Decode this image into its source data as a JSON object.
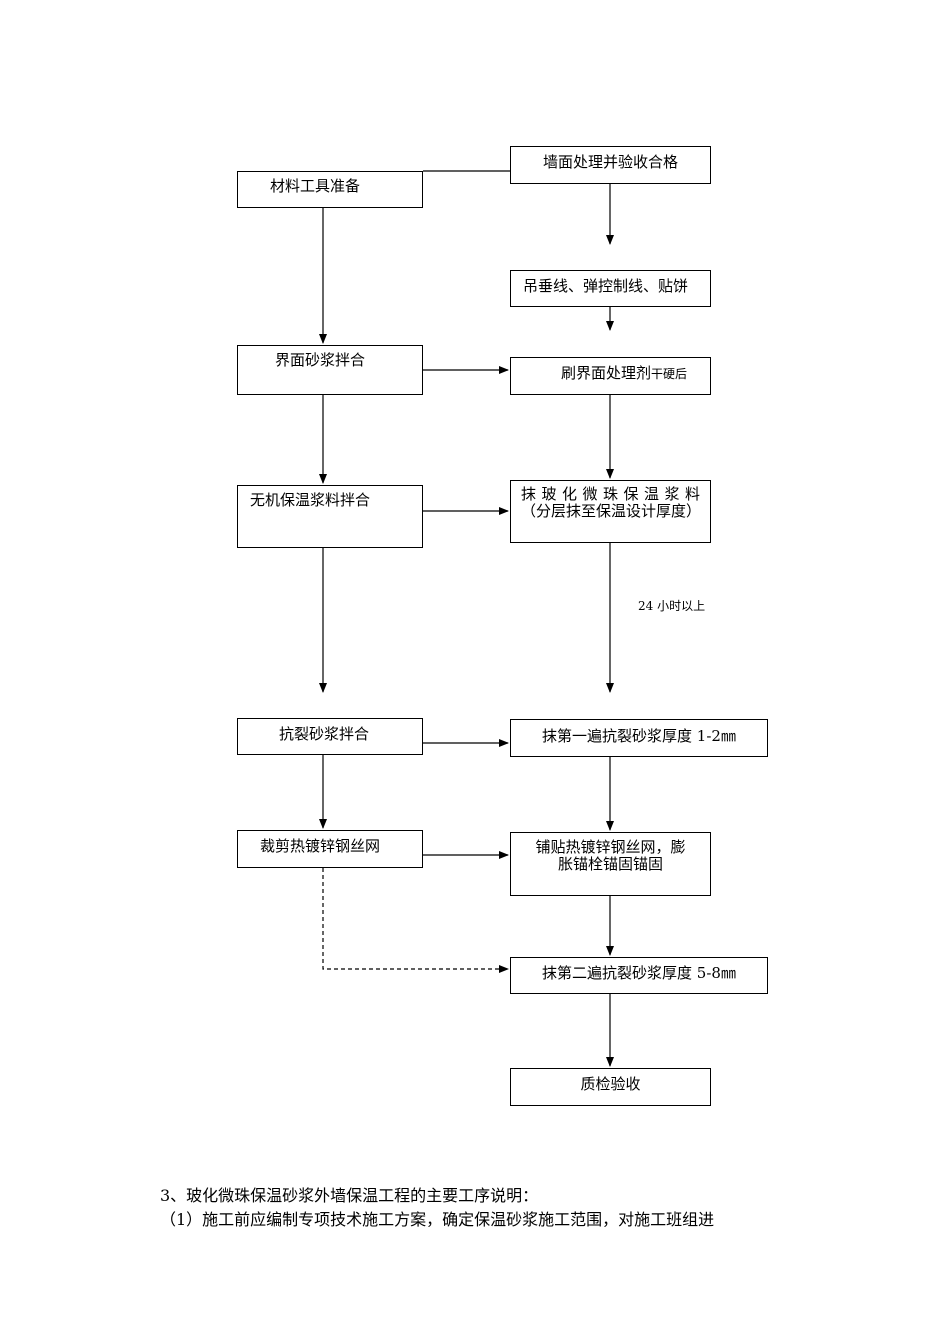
{
  "flowchart": {
    "boxes": {
      "wall_treatment": "墙面处理并验收合格",
      "materials_tools": "材料工具准备",
      "plumb_line": "吊垂线、弹控制线、贴饼",
      "interface_mortar_mix": "界面砂浆拌合",
      "brush_interface_agent": "刷界面处理剂",
      "brush_interface_agent_suffix": "干硬后",
      "inorganic_mortar_mix": "无机保温浆料拌合",
      "apply_glass_bead_line1": "抹玻化微珠保温浆料",
      "apply_glass_bead_line2": "（分层抹至保温设计厚度）",
      "anticrack_mix": "抗裂砂浆拌合",
      "first_anticrack": "抹第一遍抗裂砂浆厚度 1-2㎜",
      "cut_mesh": "裁剪热镀锌钢丝网",
      "lay_mesh_line1": "铺贴热镀锌钢丝网，膨",
      "lay_mesh_line2": "胀锚栓锚固锚固",
      "second_anticrack": "抹第二遍抗裂砂浆厚度 5-8㎜",
      "quality_check": "质检验收"
    },
    "wait_label": "24 小时以上"
  },
  "text": {
    "section_heading": "3、玻化微珠保温砂浆外墙保温工程的主要工序说明：",
    "item_1": "（1）施工前应编制专项技术施工方案，确定保温砂浆施工范围，对施工班组进"
  }
}
